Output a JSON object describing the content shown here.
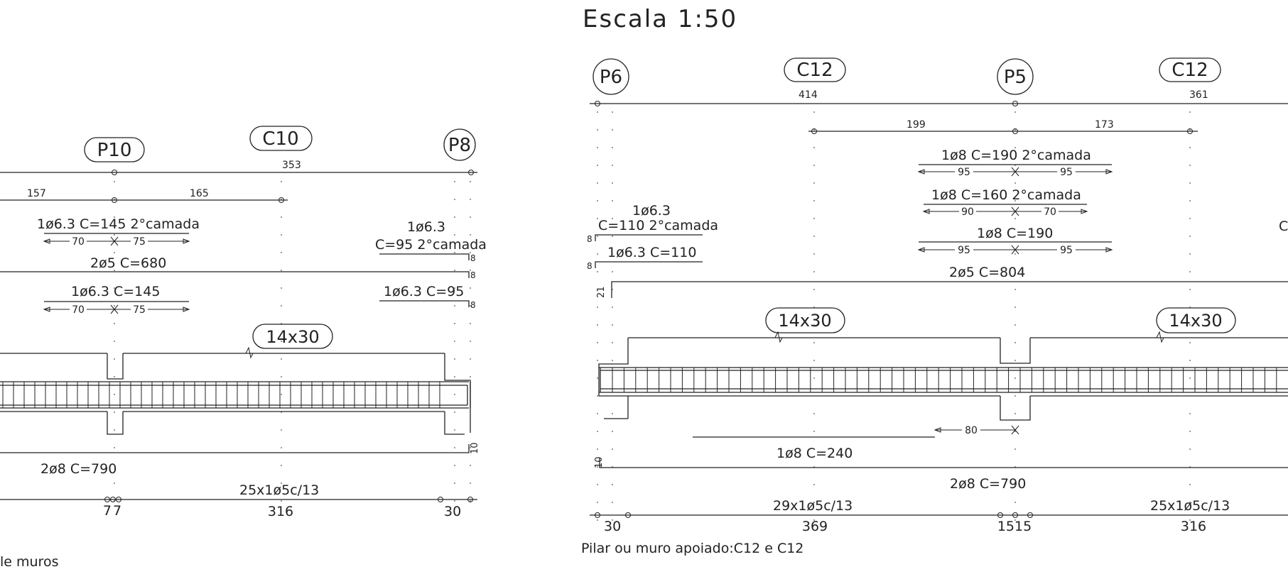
{
  "scale_label": "Escala 1:50",
  "left_beam": {
    "supports": {
      "p10": "P10",
      "c10": "C10",
      "p8": "P8"
    },
    "dims": {
      "d157": "157",
      "d165": "165",
      "d353": "353"
    },
    "bars": {
      "b1": "1ø6.3 C=145 2°camada",
      "b1_left": "70",
      "b1_right": "75",
      "b2_top": "1ø6.3",
      "b2_bottom": "C=95 2°camada",
      "b3": "2ø5 C=680",
      "b4": "1ø6.3 C=145",
      "b4_left": "70",
      "b4_right": "75",
      "b5": "1ø6.3 C=95",
      "b6": "2ø8 C=790"
    },
    "section": "14x30",
    "hook_8a": "8",
    "hook_8b": "8",
    "hook_8c": "8",
    "hook_10": "10",
    "stirrups": "25x1ø5c/13",
    "stirrups_span": "316",
    "stirrups_ends": {
      "a": "7",
      "b": "7",
      "c": "30"
    }
  },
  "left_note": "le muros",
  "right_beam": {
    "supports": {
      "p6": "P6",
      "c12a": "C12",
      "p5": "P5",
      "c12b": "C12"
    },
    "dims": {
      "d414": "414",
      "d361": "361",
      "d199": "199",
      "d173": "173"
    },
    "bars": {
      "b1": "1ø8 C=190 2°camada",
      "b1_left": "95",
      "b1_right": "95",
      "b2": "1ø8 C=160 2°camada",
      "b2_left": "90",
      "b2_right": "70",
      "b3_top": "1ø6.3",
      "b3_bottom": "C=110 2°camada",
      "b4": "1ø8 C=190",
      "b4_left": "95",
      "b4_right": "95",
      "b5": "1ø6.3 C=110",
      "b6": "2ø5 C=804",
      "b7": "1ø8 C=240",
      "b7_dim": "80",
      "b8": "2ø8 C=790",
      "edge_c": "C"
    },
    "hook_8a": "8",
    "hook_8b": "8",
    "hook_21": "21",
    "hook_10": "10",
    "section_a": "14x30",
    "section_b": "14x30",
    "stirrups_a": "29x1ø5c/13",
    "stirrups_a_span": "369",
    "stirrups_b": "25x1ø5c/13",
    "stirrups_b_span": "316",
    "end_30": "30",
    "end_15a": "15",
    "end_15b": "15"
  },
  "support_note": "Pilar ou muro apoiado:C12 e C12"
}
